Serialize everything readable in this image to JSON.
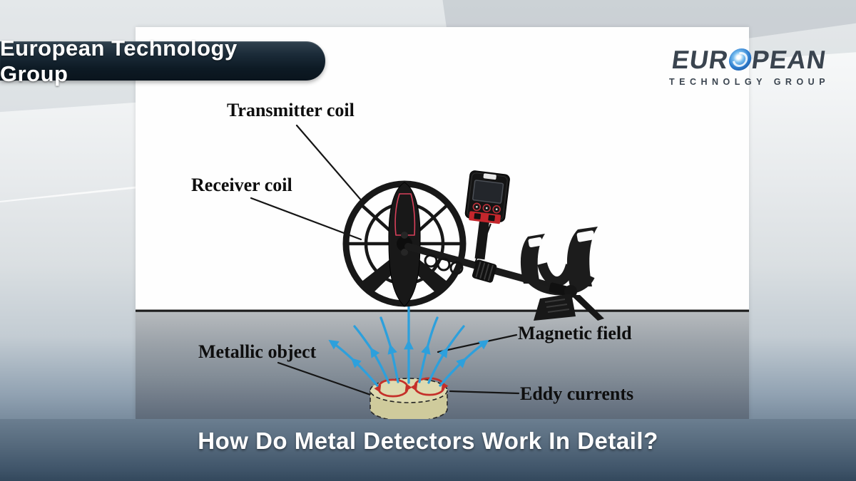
{
  "header": {
    "badge_label": "European Technology Group"
  },
  "logo": {
    "word_start": "EUR",
    "word_end": "PEAN",
    "tagline": "TECHNOLGY GROUP",
    "o_icon": "blue-swirl-globe",
    "accent_color": "#2f7fd0",
    "text_color": "#3a444f"
  },
  "diagram": {
    "labels": {
      "transmitter": "Transmitter coil",
      "receiver": "Receiver coil",
      "metallic": "Metallic object",
      "magnetic": "Magnetic field",
      "eddy": "Eddy currents"
    },
    "elements": {
      "device": "metal-detector with search coil, control box and armrest",
      "object": "buried metallic disc",
      "field_lines": "blue arrows rising from disc toward coil",
      "eddy_loops": "two red circular current loops on disc top"
    },
    "colors": {
      "field_line": "#2da0dc",
      "eddy_current": "#c5302a",
      "object_fill": "#d9d5a6",
      "ground_line": "#1c1c1c",
      "device_body": "#191919",
      "coil_pinstripe": "#d8405a"
    }
  },
  "footer": {
    "title": "How Do Metal Detectors Work In Detail?"
  }
}
